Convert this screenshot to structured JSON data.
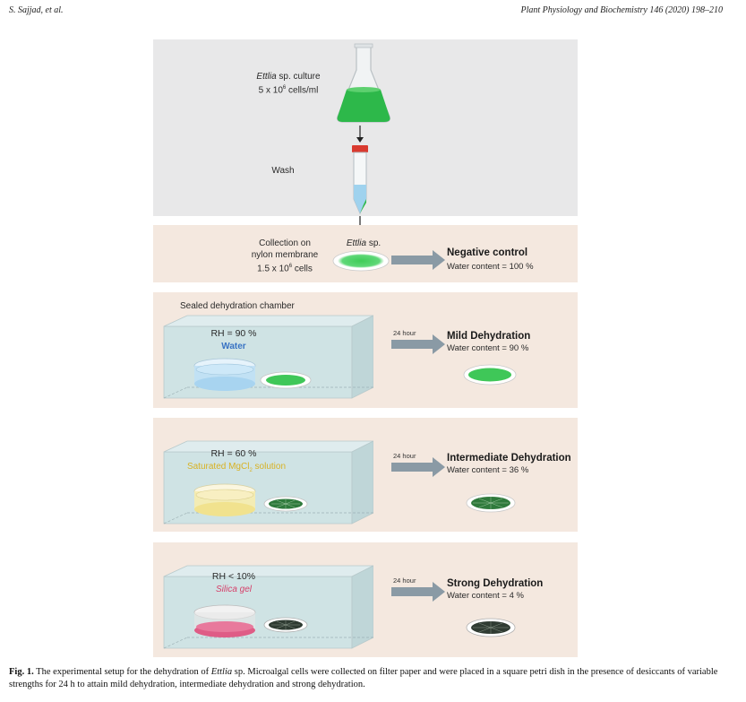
{
  "header": {
    "authors": "S. Sajjad, et al.",
    "journal": "Plant Physiology and Biochemistry 146 (2020) 198–210"
  },
  "panel1": {
    "culture_italic": "Ettlia",
    "culture_rest": " sp. culture",
    "concentration_prefix": "5 x 10",
    "concentration_exp": "6",
    "concentration_suffix": " cells/ml",
    "wash": "Wash"
  },
  "panel2": {
    "collection_line1": "Collection on",
    "collection_line2": "nylon membrane",
    "cells_prefix": "1.5 x 10",
    "cells_exp": "6",
    "cells_suffix": " cells",
    "species_italic": "Ettlia",
    "species_rest": " sp.",
    "result_title": "Negative control",
    "result_water": "Water content = 100 %"
  },
  "panel3": {
    "chamber_label": "Sealed dehydration chamber",
    "rh": "RH = 90 %",
    "desiccant": "Water",
    "duration": "24 hour",
    "result_title": "Mild Dehydration",
    "result_water": "Water content = 90 %"
  },
  "panel4": {
    "rh": "RH = 60 %",
    "desiccant_prefix": "Saturated MgCl",
    "desiccant_sub": "2",
    "desiccant_suffix": " solution",
    "duration": "24 hour",
    "result_title": "Intermediate Dehydration",
    "result_water": "Water content = 36 %"
  },
  "panel5": {
    "rh": "RH < 10%",
    "desiccant": "Silica gel",
    "duration": "24 hour",
    "result_title": "Strong Dehydration",
    "result_water": "Water content = 4 %"
  },
  "caption": {
    "label": "Fig. 1.",
    "text1": " The experimental setup for the dehydration of ",
    "species": "Ettlia",
    "text2": " sp. Microalgal cells were collected on filter paper and were placed in a square petri dish in the presence of desiccants of variable strengths for 24 h to attain mild dehydration, intermediate dehydration and strong dehydration."
  },
  "colors": {
    "panel_gray": "#e8e8e9",
    "panel_beige": "#f4e8df",
    "culture_green": "#2db84a",
    "arrow_gray": "#8a9aa5",
    "water_label": "#3a74c4",
    "mgcl_label": "#d8b224",
    "silica_label": "#d6406a"
  }
}
